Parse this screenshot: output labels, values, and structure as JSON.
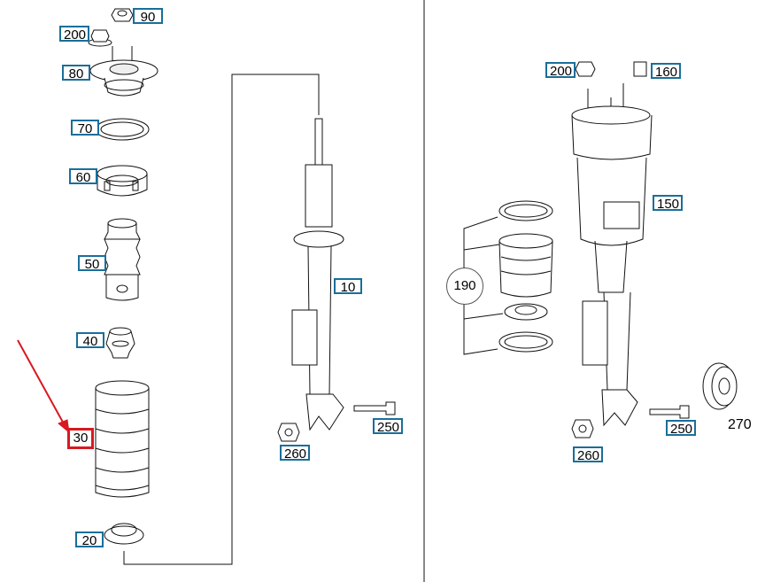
{
  "colors": {
    "label_border": "#1a6e9a",
    "highlight": "#d71920",
    "line": "#111111"
  },
  "labels": {
    "p90": "90",
    "p200a": "200",
    "p80": "80",
    "p70": "70",
    "p60": "60",
    "p50": "50",
    "p40": "40",
    "p30": "30",
    "p20": "20",
    "p10": "10",
    "p260a": "260",
    "p250a": "250",
    "p200b": "200",
    "p160": "160",
    "p150": "150",
    "p190": "190",
    "p250b": "250",
    "p260b": "260",
    "p270": "270"
  },
  "highlighted_part": "30"
}
